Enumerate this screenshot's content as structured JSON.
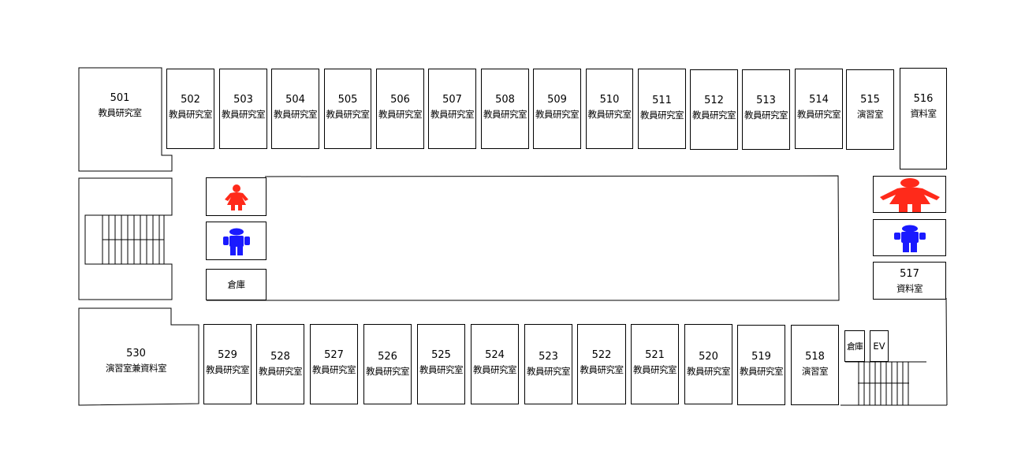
{
  "rooms": {
    "r501": {
      "num": "501",
      "name": "教員研究室"
    },
    "r502": {
      "num": "502",
      "name": "教員研究室"
    },
    "r503": {
      "num": "503",
      "name": "教員研究室"
    },
    "r504": {
      "num": "504",
      "name": "教員研究室"
    },
    "r505": {
      "num": "505",
      "name": "教員研究室"
    },
    "r506": {
      "num": "506",
      "name": "教員研究室"
    },
    "r507": {
      "num": "507",
      "name": "教員研究室"
    },
    "r508": {
      "num": "508",
      "name": "教員研究室"
    },
    "r509": {
      "num": "509",
      "name": "教員研究室"
    },
    "r510": {
      "num": "510",
      "name": "教員研究室"
    },
    "r511": {
      "num": "511",
      "name": "教員研究室"
    },
    "r512": {
      "num": "512",
      "name": "教員研究室"
    },
    "r513": {
      "num": "513",
      "name": "教員研究室"
    },
    "r514": {
      "num": "514",
      "name": "教員研究室"
    },
    "r515": {
      "num": "515",
      "name": "演習室"
    },
    "r516": {
      "num": "516",
      "name": "資料室"
    },
    "r517": {
      "num": "517",
      "name": "資料室"
    },
    "r518": {
      "num": "518",
      "name": "演習室"
    },
    "r519": {
      "num": "519",
      "name": "教員研究室"
    },
    "r520": {
      "num": "520",
      "name": "教員研究室"
    },
    "r521": {
      "num": "521",
      "name": "教員研究室"
    },
    "r522": {
      "num": "522",
      "name": "教員研究室"
    },
    "r523": {
      "num": "523",
      "name": "教員研究室"
    },
    "r524": {
      "num": "524",
      "name": "教員研究室"
    },
    "r525": {
      "num": "525",
      "name": "教員研究室"
    },
    "r526": {
      "num": "526",
      "name": "教員研究室"
    },
    "r527": {
      "num": "527",
      "name": "教員研究室"
    },
    "r528": {
      "num": "528",
      "name": "教員研究室"
    },
    "r529": {
      "num": "529",
      "name": "教員研究室"
    },
    "r530": {
      "num": "530",
      "name": "演習室兼資料室"
    }
  },
  "storage_left": "倉庫",
  "storage_right": "倉庫",
  "elevator": "EV",
  "colors": {
    "female_icon": "#ff2a1a",
    "male_icon": "#1a1aff",
    "line": "#000000"
  },
  "icons": [
    "female-restroom-icon",
    "male-restroom-icon",
    "stairs-icon"
  ]
}
